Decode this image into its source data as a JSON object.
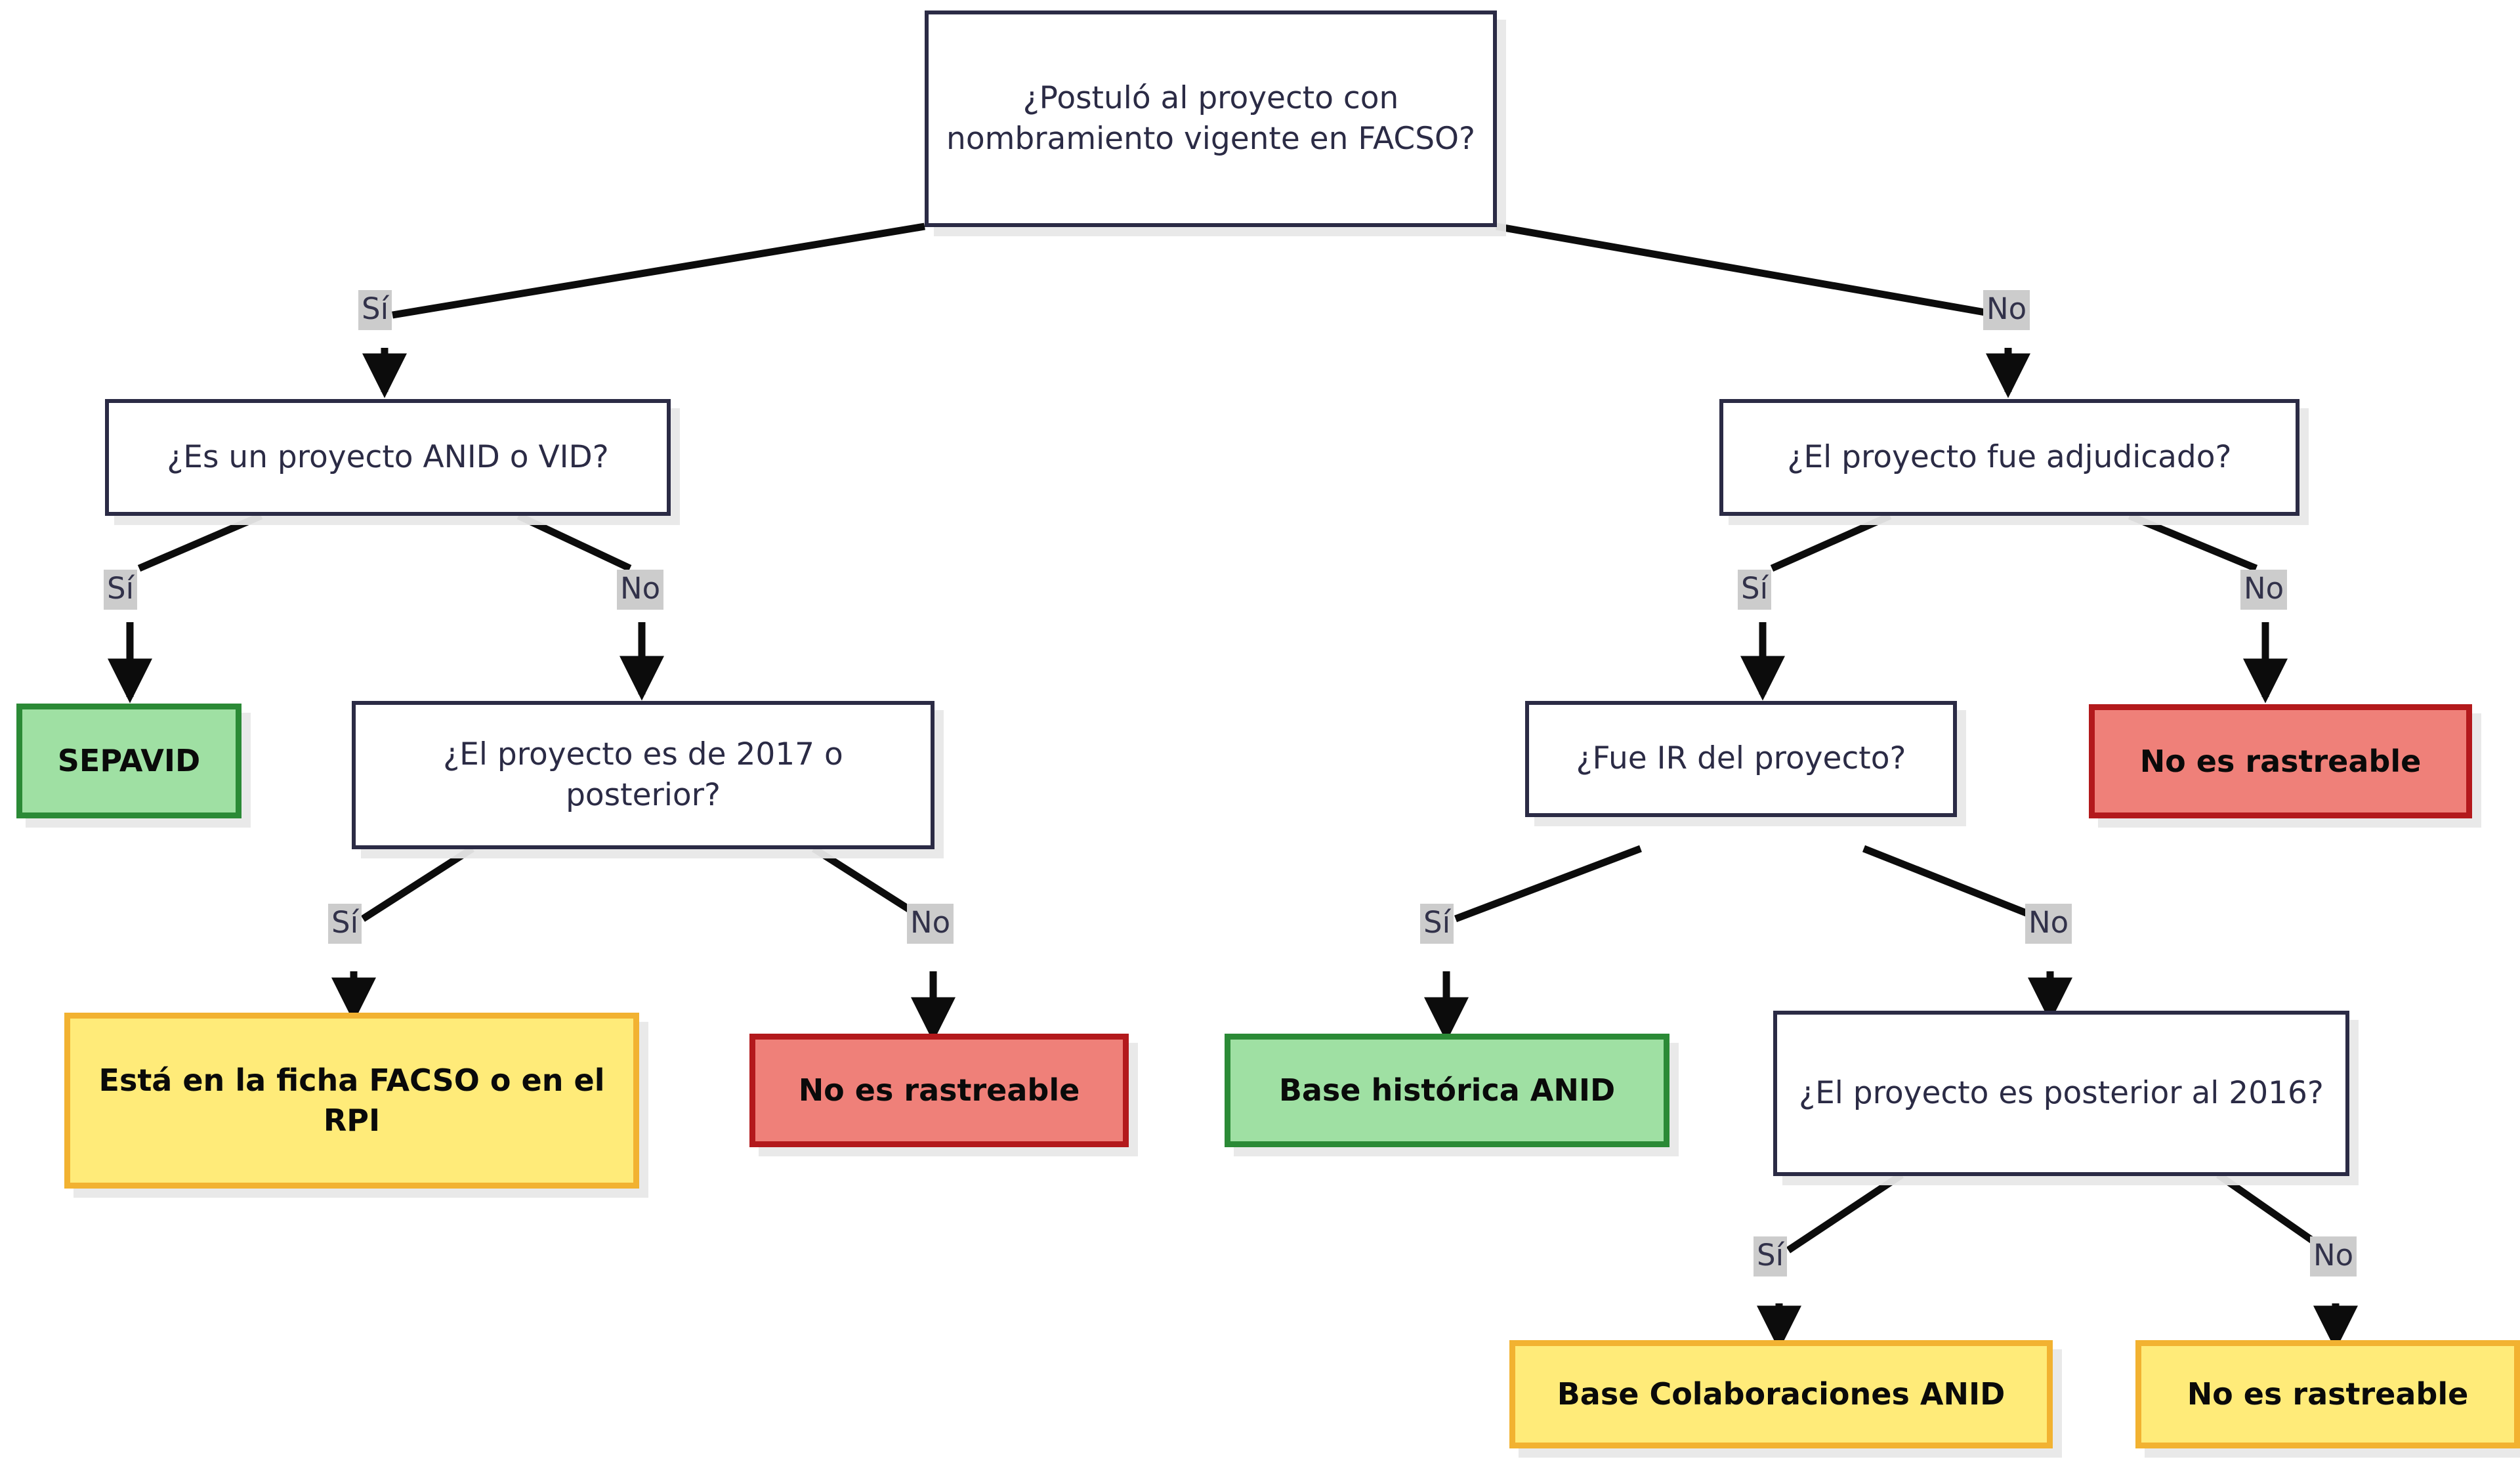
{
  "diagram": {
    "title_present": false,
    "background": "#ffffff",
    "palette": {
      "decision_fill": "#ffffff",
      "decision_border": "#2b2b45",
      "decision_text": "#2b2b45",
      "green_fill": "#9fe0a3",
      "green_border": "#2b8a36",
      "yellow_fill": "#ffeb79",
      "yellow_border": "#f2b231",
      "red_fill": "#ef8079",
      "red_border": "#b3191c",
      "edge_line": "#0c0c0c",
      "edge_label_bg": "#cccccc",
      "edge_label_text": "#32324a",
      "node_shadow": "#e8e8e8"
    },
    "nodes": [
      {
        "id": "root",
        "kind": "decision",
        "text": "¿Postuló al proyecto con nombramiento vigente en FACSO?"
      },
      {
        "id": "anidvid",
        "kind": "decision",
        "text": "¿Es un proyecto ANID o VID?"
      },
      {
        "id": "adjudicado",
        "kind": "decision",
        "text": "¿El proyecto fue adjudicado?"
      },
      {
        "id": "sepavid",
        "kind": "green",
        "text": "SEPAVID"
      },
      {
        "id": "de2017",
        "kind": "decision",
        "text": "¿El proyecto es de 2017 o posterior?"
      },
      {
        "id": "fueir",
        "kind": "decision",
        "text": "¿Fue IR del proyecto?"
      },
      {
        "id": "nr_adjud",
        "kind": "red",
        "text": "No es rastreable"
      },
      {
        "id": "ficha",
        "kind": "yellow",
        "text": "Está en la ficha FACSO o en el RPI"
      },
      {
        "id": "nr_2017",
        "kind": "red",
        "text": "No es rastreable"
      },
      {
        "id": "basehist",
        "kind": "green",
        "text": "Base histórica ANID"
      },
      {
        "id": "post2016",
        "kind": "decision",
        "text": "¿El proyecto es posterior al 2016?"
      },
      {
        "id": "basecolab",
        "kind": "yellow",
        "text": "Base Colaboraciones ANID"
      },
      {
        "id": "nr_2016",
        "kind": "yellow",
        "text": "No es rastreable"
      }
    ],
    "edges": [
      {
        "from": "root",
        "to": "anidvid",
        "label": "Sí"
      },
      {
        "from": "root",
        "to": "adjudicado",
        "label": "No"
      },
      {
        "from": "anidvid",
        "to": "sepavid",
        "label": "Sí"
      },
      {
        "from": "anidvid",
        "to": "de2017",
        "label": "No"
      },
      {
        "from": "adjudicado",
        "to": "fueir",
        "label": "Sí"
      },
      {
        "from": "adjudicado",
        "to": "nr_adjud",
        "label": "No"
      },
      {
        "from": "de2017",
        "to": "ficha",
        "label": "Sí"
      },
      {
        "from": "de2017",
        "to": "nr_2017",
        "label": "No"
      },
      {
        "from": "fueir",
        "to": "basehist",
        "label": "Sí"
      },
      {
        "from": "fueir",
        "to": "post2016",
        "label": "No"
      },
      {
        "from": "post2016",
        "to": "basecolab",
        "label": "Sí"
      },
      {
        "from": "post2016",
        "to": "nr_2016",
        "label": "No"
      }
    ],
    "labels": {
      "root": "¿Postuló al proyecto con nombramiento vigente en FACSO?",
      "anidvid": "¿Es un proyecto ANID o VID?",
      "adjudicado": "¿El proyecto fue adjudicado?",
      "sepavid": "SEPAVID",
      "de2017": "¿El proyecto es de 2017 o posterior?",
      "fueir": "¿Fue IR del proyecto?",
      "nr_adjud": "No es rastreable",
      "ficha": "Está en la ficha FACSO o en el RPI",
      "nr_2017": "No es rastreable",
      "basehist": "Base histórica ANID",
      "post2016": "¿El proyecto es posterior al 2016?",
      "basecolab": "Base Colaboraciones ANID",
      "nr_2016": "No es rastreable"
    },
    "edge_labels": {
      "root_si": "Sí",
      "root_no": "No",
      "anidvid_si": "Sí",
      "anidvid_no": "No",
      "adjudicado_si": "Sí",
      "adjudicado_no": "No",
      "de2017_si": "Sí",
      "de2017_no": "No",
      "fueir_si": "Sí",
      "fueir_no": "No",
      "post2016_si": "Sí",
      "post2016_no": "No"
    }
  }
}
